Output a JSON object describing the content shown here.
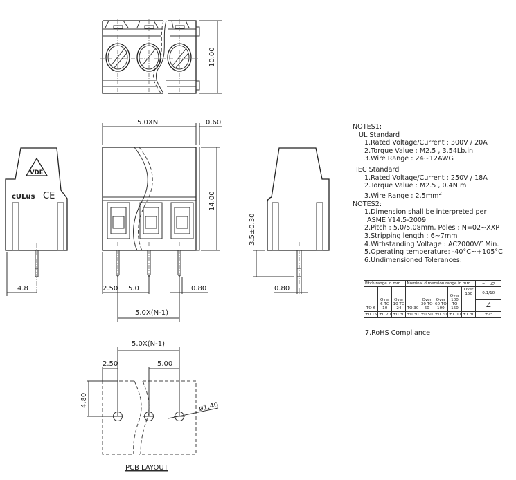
{
  "top_view": {
    "height_dim": "10.00"
  },
  "front_view": {
    "width_dim": "5.0XN",
    "flange_dim": "0.60",
    "height_dim": "14.00",
    "edge_dim": "2.50",
    "pitch_dim": "5.0",
    "pin_dim": "0.80",
    "span_dim": "5.0X(N-1)"
  },
  "left_view": {
    "pin_offset_dim": "4.8",
    "logos": [
      "VDE",
      "cULus",
      "CE"
    ]
  },
  "right_view": {
    "pin_length_dim": "3.5±0.30",
    "pin_dim": "0.80"
  },
  "pcb_layout": {
    "title": "PCB LAYOUT",
    "span_dim": "5.0X(N-1)",
    "edge_dim": "2.50",
    "pitch_dim": "5.00",
    "row_dim": "4.80",
    "hole_dim": "ø1.40"
  },
  "notes1": {
    "title": "NOTES1:",
    "ul": {
      "title": "UL Standard",
      "items": [
        "1.Rated Voltage/Current : 300V / 20A",
        "2.Torque Value : M2.5 , 3.54Lb.in",
        "3.Wire Range : 24~12AWG"
      ]
    },
    "iec": {
      "title": "IEC Standard",
      "items": [
        "1.Rated Voltage/Current : 250V / 18A",
        "2.Torque Value : M2.5 , 0.4N.m",
        "3.Wire Range : 2.5mm",
        "2"
      ]
    }
  },
  "notes2": {
    "title": "NOTES2:",
    "items": [
      "1.Dimension shall be interpreted per",
      "ASME Y14.5-2009",
      "2.Pitch : 5.0/5.08mm, Poles : N=02~XXP",
      "3.Stripping length : 6~7mm",
      "4.Withstanding Voltage : AC2000V/1Min.",
      "5.Operating temperature: -40°C~+105°C",
      "6.Undimensioned Tolerances:"
    ],
    "last": "7.RoHS Compliance"
  },
  "tolerance_table": {
    "pitch_header": "Pitch range in mm",
    "nominal_header": "Nominal dimension range in mm",
    "symbols": "–⌒▱",
    "ranges": [
      "TO 6",
      "Over 6 TO 10",
      "Over 10 TO 24",
      "TO 30",
      "Over 30 TO 60",
      "Over 60 TO 100",
      "Over 100 TO 150",
      "Over 150"
    ],
    "values": [
      "±0.15",
      "±0.20",
      "±0.30",
      "±0.30",
      "±0.50",
      "±0.70",
      "±1.00",
      "±1.30"
    ],
    "flatness": "0.1/10",
    "angle_symbol": "∠",
    "angle_tol": "±2°"
  }
}
